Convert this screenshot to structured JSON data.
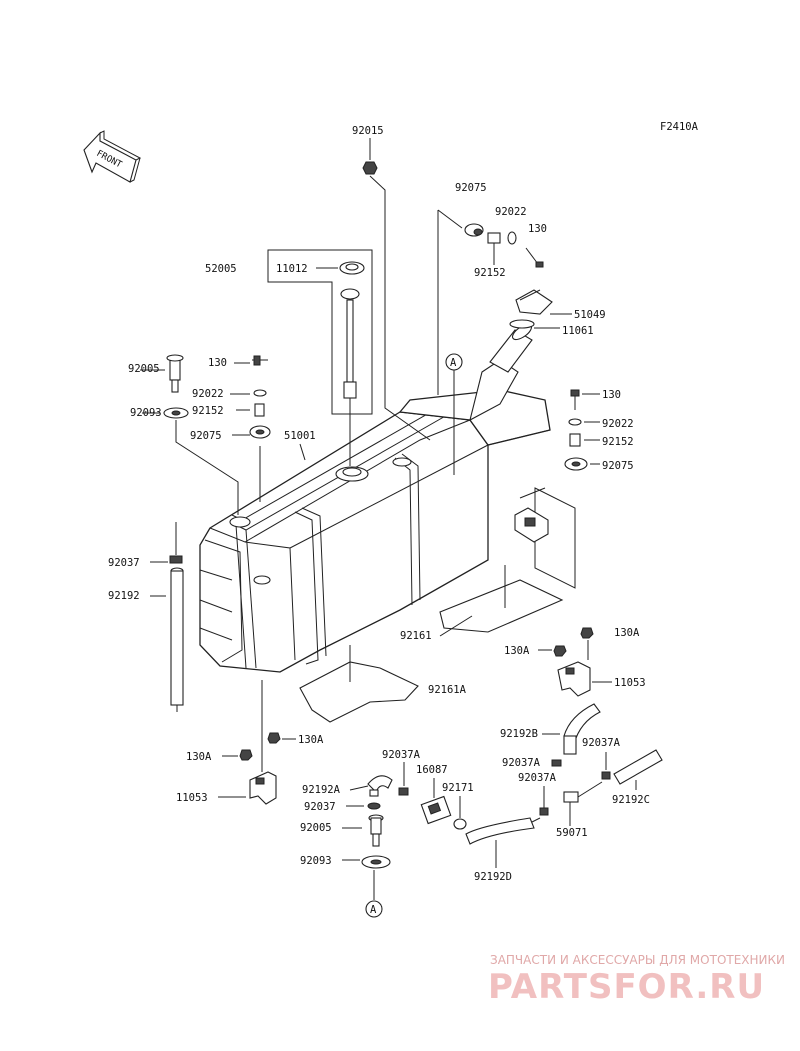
{
  "diagram_code": "F2410A",
  "front_label": "FRONT",
  "ref_marker": "A",
  "part_numbers": {
    "p92015": "92015",
    "p92075_top": "92075",
    "p92022_top": "92022",
    "p130_top": "130",
    "p92152_top": "92152",
    "p52005": "52005",
    "p11012": "11012",
    "p51049": "51049",
    "p11061": "11061",
    "p92005_left": "92005",
    "p130_left": "130",
    "p92022_left": "92022",
    "p92093_left": "92093",
    "p92152_left": "92152",
    "p92075_left": "92075",
    "p51001": "51001",
    "p130_right": "130",
    "p92022_right": "92022",
    "p92152_right": "92152",
    "p92075_right": "92075",
    "p92037_left": "92037",
    "p92192_left": "92192",
    "p92161": "92161",
    "p130A_right1": "130A",
    "p130A_right2": "130A",
    "p11053_right": "11053",
    "p92161A": "92161A",
    "p130A_low1": "130A",
    "p130A_low2": "130A",
    "p11053_left": "11053",
    "p92192B": "92192B",
    "p92037A_r1": "92037A",
    "p92037A_r2": "92037A",
    "p92037A_r3": "92037A",
    "p92037A_mid": "92037A",
    "p16087": "16087",
    "p92171": "92171",
    "p92192A": "92192A",
    "p92037_mid": "92037",
    "p92005_mid": "92005",
    "p92093_mid": "92093",
    "p59071": "59071",
    "p92192C": "92192C",
    "p92192D": "92192D"
  },
  "watermark": {
    "line1": "ЗАПЧАСТИ И АКСЕССУАРЫ ДЛЯ МОТОТЕХНИКИ",
    "line2": "PARTSFOR.RU"
  }
}
